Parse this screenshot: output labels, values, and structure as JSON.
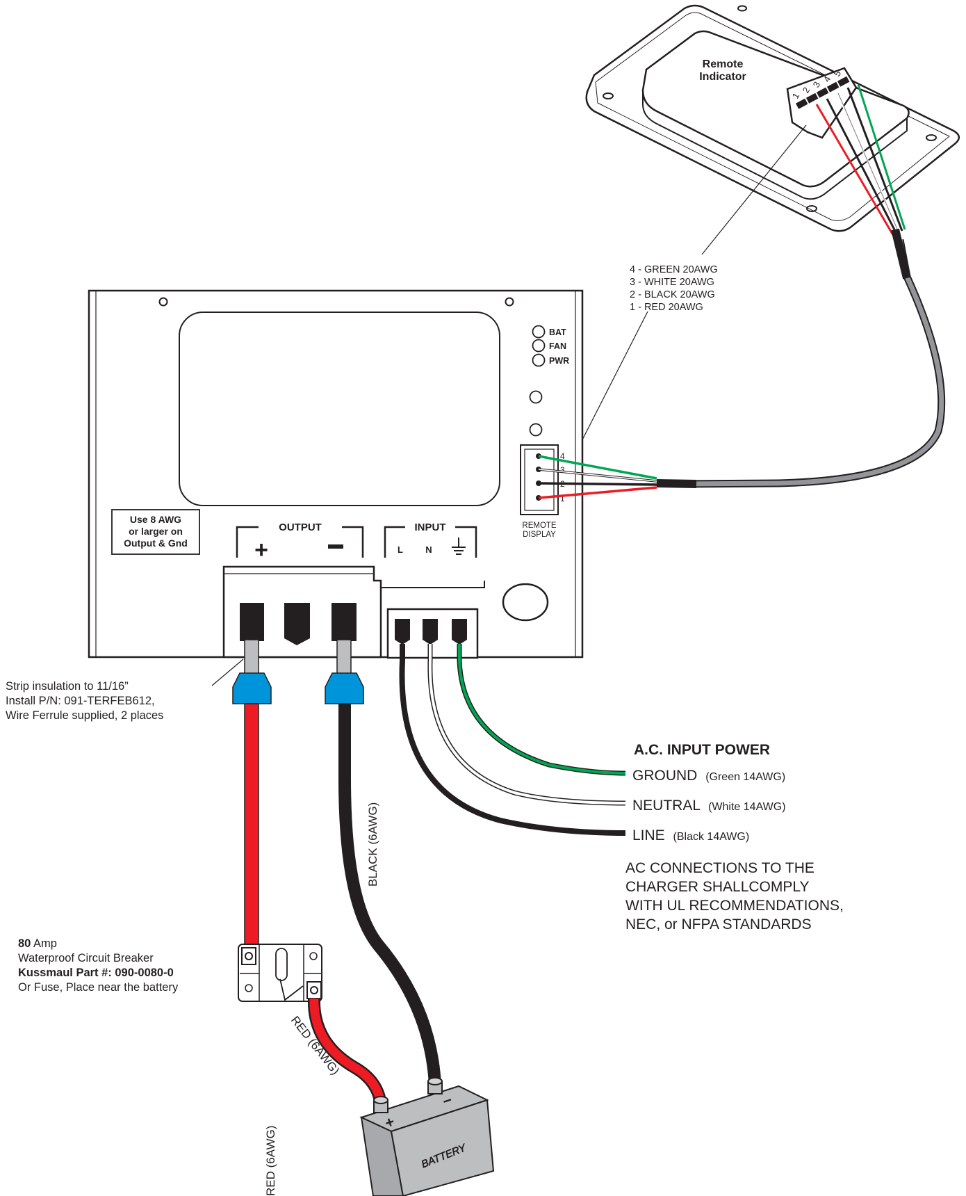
{
  "remote_indicator": {
    "title_line1": "Remote",
    "title_line2": "Indicator",
    "pins": [
      "1",
      "2",
      "3",
      "4",
      "5"
    ]
  },
  "remote_wires": {
    "lines": [
      "4 - GREEN 20AWG",
      "3 - WHITE 20AWG",
      "2 - BLACK 20AWG",
      "1 - RED 20AWG"
    ]
  },
  "charger": {
    "leds": [
      "BAT",
      "FAN",
      "PWR"
    ],
    "remote_display_line1": "REMOTE",
    "remote_display_line2": "DISPLAY",
    "remote_pins": [
      "4",
      "3",
      "2",
      "1"
    ],
    "note_lines": [
      "Use 8 AWG",
      "or larger on",
      "Output & Gnd"
    ],
    "output_label": "OUTPUT",
    "output_plus": "+",
    "output_minus": "−",
    "input_label": "INPUT",
    "input_l": "L",
    "input_n": "N",
    "colors": {
      "red": "#ed1c24",
      "green": "#00a651",
      "blue": "#0095da",
      "black": "#231f20",
      "grey": "#939598"
    }
  },
  "ferrule_note": {
    "lines": [
      "Strip insulation to 11/16”",
      "Install P/N: 091-TERFEB612,",
      "Wire Ferrule supplied, 2 places"
    ]
  },
  "ac_input": {
    "heading": "A.C. INPUT POWER",
    "ground": "GROUND",
    "ground_note": "(Green 14AWG)",
    "neutral": "NEUTRAL",
    "neutral_note": "(White 14AWG)",
    "line": "LINE",
    "line_note": "(Black 14AWG)",
    "compliance_lines": [
      "AC CONNECTIONS TO THE",
      "CHARGER SHALLCOMPLY",
      "WITH UL RECOMMENDATIONS,",
      "NEC, or NFPA STANDARDS"
    ]
  },
  "wire_labels": {
    "red_vertical": "RED  (6AWG)",
    "black_vertical": "BLACK  (6AWG)",
    "red_diagonal": "RED  (6AWG)"
  },
  "breaker": {
    "amp_value": "80",
    "amp_unit": " Amp",
    "line2": "Waterproof Circuit Breaker",
    "line3": "Kussmaul Part #: 090-0080-0",
    "line4": "Or Fuse, Place near the battery"
  },
  "battery": {
    "label": "BATTERY",
    "plus": "+",
    "minus": "−"
  }
}
